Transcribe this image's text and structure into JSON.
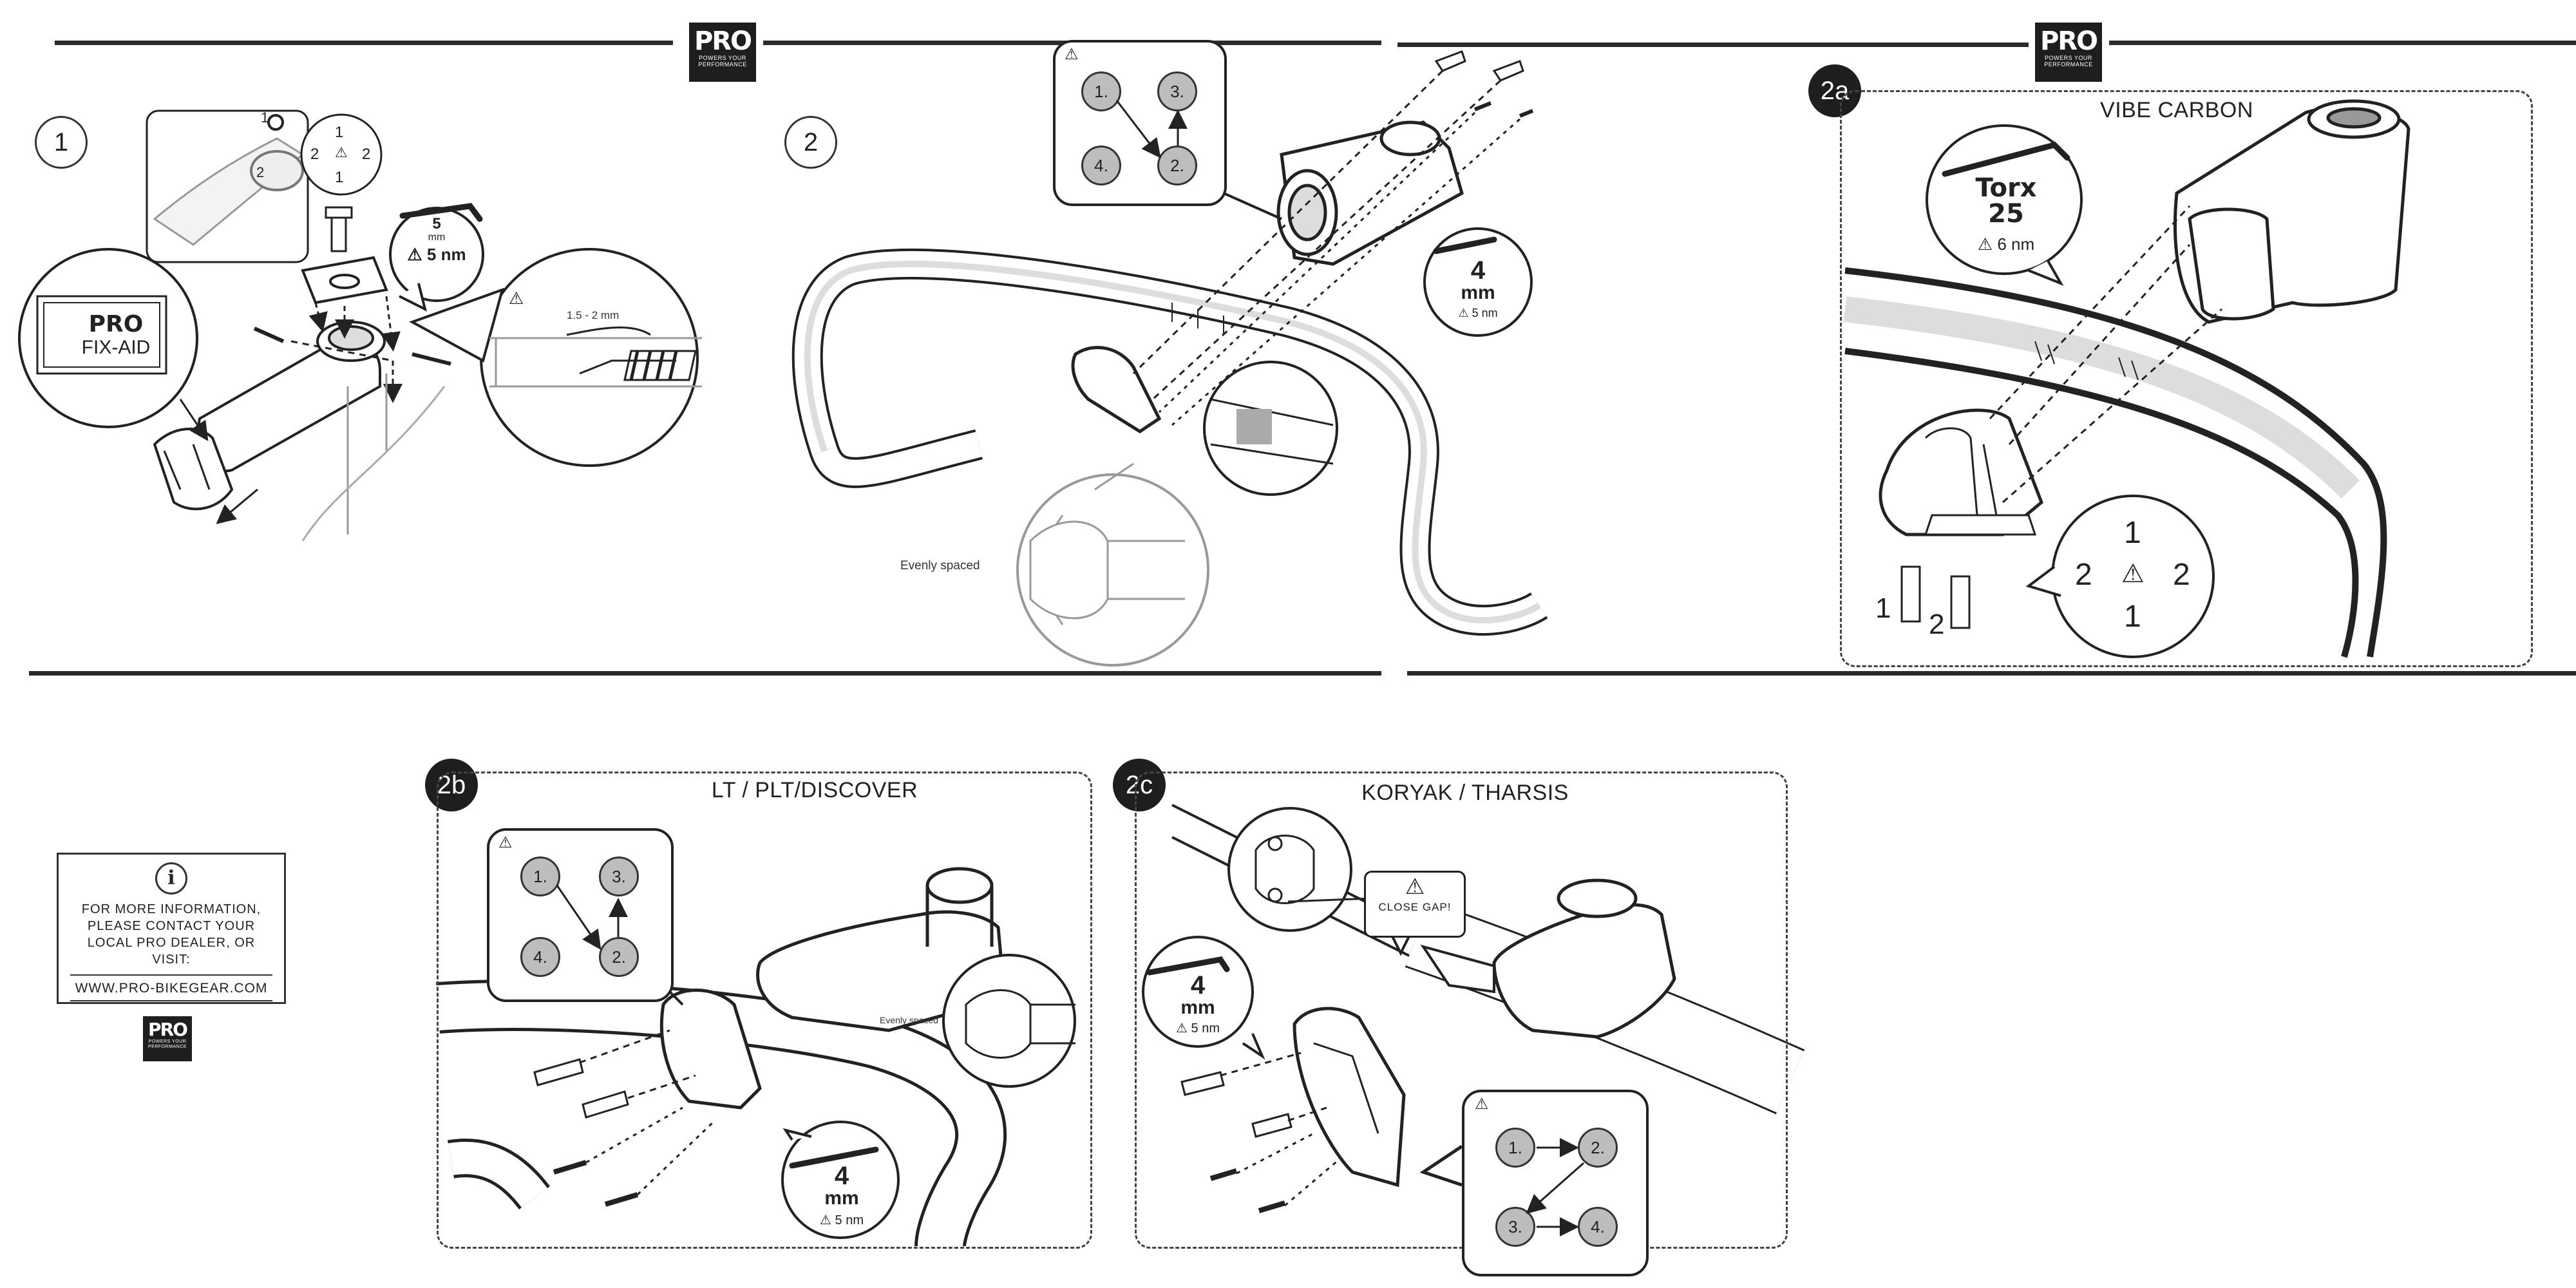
{
  "brand": {
    "mark": "PRO",
    "tagline": "POWERS YOUR PERFORMANCE"
  },
  "steps": {
    "step1": "1",
    "step2": "2",
    "step2a": "2a",
    "step2b": "2b",
    "step2c": "2c"
  },
  "step1": {
    "fix_aid_brand": "PRO",
    "fix_aid_label": "FIX-AID",
    "tool_size": "5",
    "tool_unit": "mm",
    "torque": "5 nm",
    "gap_label": "1.5 - 2 mm",
    "seq_top": "1",
    "seq_left": "2",
    "seq_right": "2",
    "seq_bottom": "1",
    "bolt1": "1",
    "bolt2": "2"
  },
  "step2": {
    "tool_size": "4",
    "tool_unit": "mm",
    "torque": "5 nm",
    "evenly_spaced": "Evenly spaced",
    "sequence": [
      "1.",
      "3.",
      "4.",
      "2."
    ]
  },
  "panel2a": {
    "title": "VIBE CARBON",
    "tool_name": "Torx",
    "tool_size": "25",
    "torque": "6 nm",
    "seq_top": "1",
    "seq_left": "2",
    "seq_right": "2",
    "seq_bottom": "1",
    "bolt1": "1",
    "bolt2": "2"
  },
  "panel2b": {
    "title": "LT / PLT/DISCOVER",
    "tool_size": "4",
    "tool_unit": "mm",
    "torque": "5 nm",
    "evenly_spaced": "Evenly spaced",
    "sequence": [
      "1.",
      "3.",
      "4.",
      "2."
    ]
  },
  "panel2c": {
    "title": "KORYAK / THARSIS",
    "tool_size": "4",
    "tool_unit": "mm",
    "torque": "5 nm",
    "close_gap": "CLOSE GAP!",
    "sequence": [
      "1.",
      "2.",
      "3.",
      "4."
    ]
  },
  "info": {
    "text": "FOR MORE INFORMATION, PLEASE CONTACT YOUR LOCAL PRO DEALER, OR VISIT:",
    "url": "WWW.PRO-BIKEGEAR.COM"
  },
  "colors": {
    "ink": "#222222",
    "badge": "#1e1e1e",
    "bolt_fill": "#bdbdbd"
  }
}
